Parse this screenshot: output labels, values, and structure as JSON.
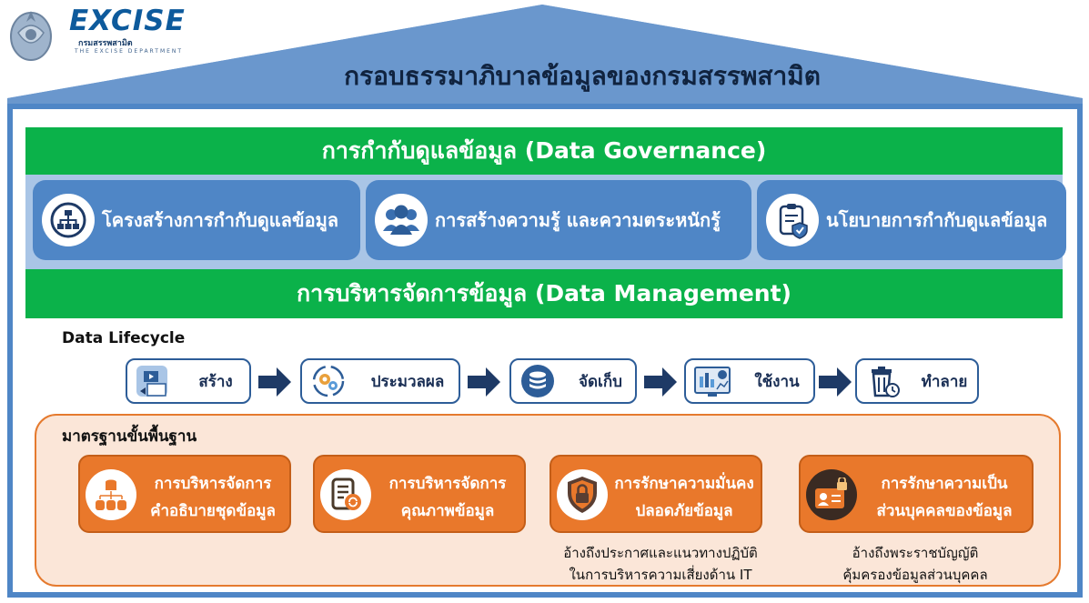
{
  "logo": {
    "wordmark": "EXCISE",
    "thai_name": "กรมสรรพสามิต",
    "english_name": "THE EXCISE DEPARTMENT"
  },
  "title": "กรอบธรรมาภิบาลข้อมูลของกรมสรรพสามิต",
  "governance": {
    "heading": "การกำกับดูแลข้อมูล (Data Governance)",
    "items": [
      {
        "label": "โครงสร้างการกำกับดูแลข้อมูล",
        "icon": "org-chart-icon"
      },
      {
        "label": "การสร้างความรู้ และความตระหนักรู้",
        "icon": "people-group-icon"
      },
      {
        "label": "นโยบายการกำกับดูแลข้อมูล",
        "icon": "clipboard-shield-icon"
      }
    ]
  },
  "management": {
    "heading": "การบริหารจัดการข้อมูล (Data Management)",
    "lifecycle_label": "Data Lifecycle",
    "lifecycle": [
      {
        "label": "สร้าง",
        "icon": "create-document-icon"
      },
      {
        "label": "ประมวลผล",
        "icon": "process-gears-icon"
      },
      {
        "label": "จัดเก็บ",
        "icon": "database-icon"
      },
      {
        "label": "ใช้งาน",
        "icon": "analytics-dashboard-icon"
      },
      {
        "label": "ทำลาย",
        "icon": "trash-bin-icon"
      }
    ],
    "standards_label": "มาตรฐานขั้นพื้นฐาน",
    "standards": [
      {
        "line1": "การบริหารจัดการ",
        "line2": "คำอธิบายชุดข้อมูล",
        "icon": "metadata-database-icon"
      },
      {
        "line1": "การบริหารจัดการ",
        "line2": "คุณภาพข้อมูล",
        "icon": "quality-document-icon"
      },
      {
        "line1": "การรักษาความมั่นคง",
        "line2": "ปลอดภัยข้อมูล",
        "icon": "security-shield-lock-icon"
      },
      {
        "line1": "การรักษาความเป็น",
        "line2": "ส่วนบุคคลของข้อมูล",
        "icon": "privacy-id-card-icon"
      }
    ],
    "references": [
      {
        "line1": "อ้างถึงประกาศและแนวทางปฏิบัติ",
        "line2": "ในการบริหารความเสี่ยงด้าน IT"
      },
      {
        "line1": "อ้างถึงพระราชบัญญัติ",
        "line2": "คุ้มครองข้อมูลส่วนบุคคล"
      }
    ]
  },
  "colors": {
    "green": "#0bb24a",
    "blue": "#4f86c6",
    "light_blue": "#a9c5e6",
    "orange": "#e9782b",
    "peach": "#fbe6d8",
    "navy": "#1e3a66"
  }
}
